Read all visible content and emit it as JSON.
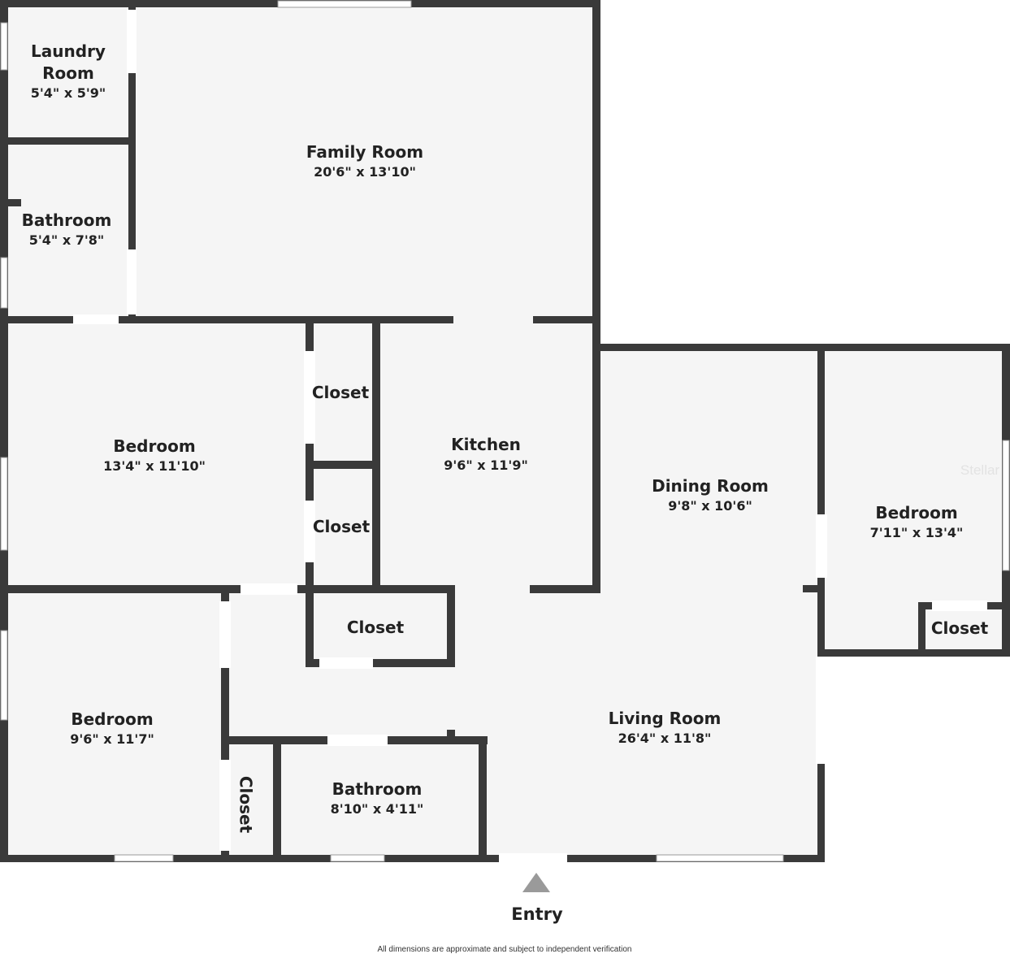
{
  "rooms": {
    "laundry": {
      "name_line1": "Laundry",
      "name_line2": "Room",
      "dims": "5'4\" x 5'9\""
    },
    "family": {
      "name": "Family Room",
      "dims": "20'6\" x 13'10\""
    },
    "bath_top": {
      "name": "Bathroom",
      "dims": "5'4\" x 7'8\""
    },
    "bedroom_left": {
      "name": "Bedroom",
      "dims": "13'4\" x 11'10\""
    },
    "closet_upper": {
      "name": "Closet"
    },
    "closet_middle": {
      "name": "Closet"
    },
    "kitchen": {
      "name": "Kitchen",
      "dims": "9'6\" x 11'9\""
    },
    "dining": {
      "name": "Dining Room",
      "dims": "9'8\" x 10'6\""
    },
    "bedroom_right": {
      "name": "Bedroom",
      "dims": "7'11\" x 13'4\""
    },
    "closet_hall": {
      "name": "Closet"
    },
    "closet_right": {
      "name": "Closet"
    },
    "bedroom_bottom": {
      "name": "Bedroom",
      "dims": "9'6\" x 11'7\""
    },
    "closet_vertical": {
      "name": "Closet"
    },
    "bath_bottom": {
      "name": "Bathroom",
      "dims": "8'10\" x 4'11\""
    },
    "living": {
      "name": "Living Room",
      "dims": "26'4\" x 11'8\""
    }
  },
  "entry": {
    "label": "Entry"
  },
  "footer": {
    "disclaimer": "All dimensions are approximate and subject to independent verification"
  },
  "watermark": {
    "text": "Stellar"
  },
  "colors": {
    "wall": "#3a3a3a",
    "floor": "#f5f5f5",
    "text": "#222222",
    "entry_arrow": "#9a9a9a"
  }
}
